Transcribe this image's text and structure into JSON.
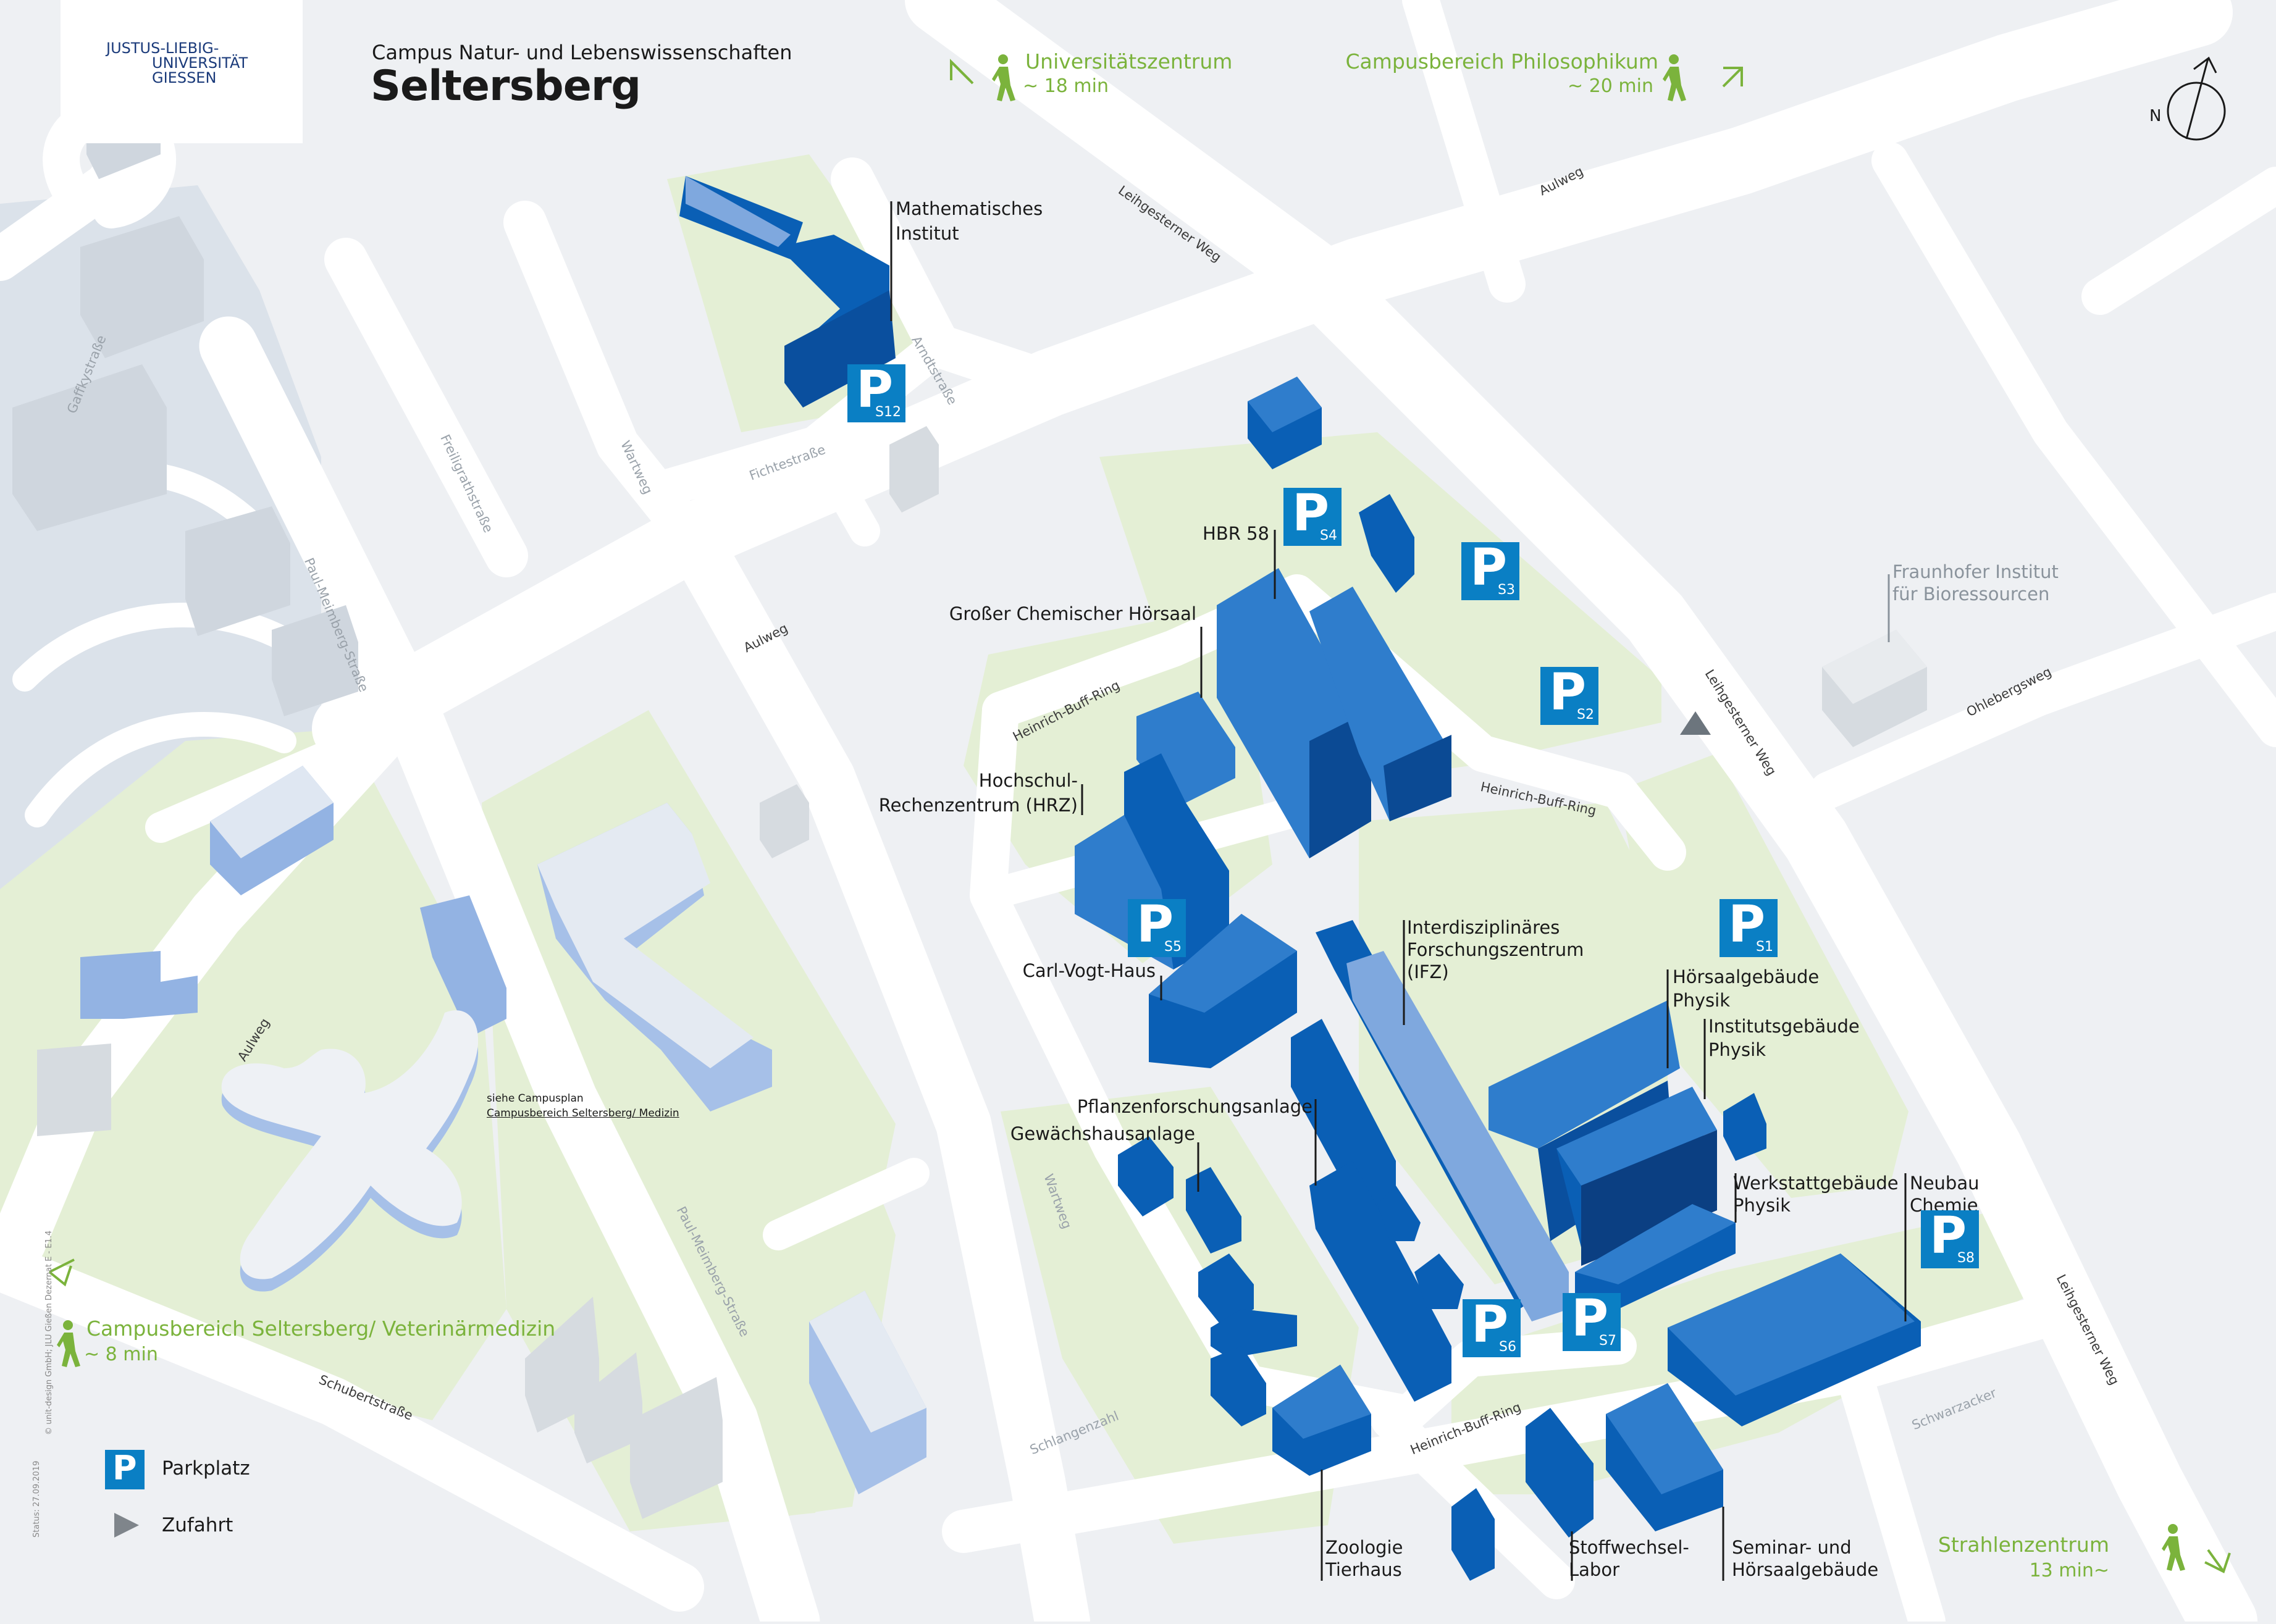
{
  "header": {
    "university": [
      "JUSTUS-LIEBIG-",
      "UNIVERSITÄT",
      "GIESSEN"
    ],
    "subtitle": "Campus Natur- und Lebenswissenschaften",
    "title": "Seltersberg"
  },
  "compass": {
    "label": "N"
  },
  "directions": {
    "univ_name": "Universitätszentrum",
    "univ_time": "~ 18 min",
    "philo_name": "Campusbereich Philosophikum",
    "philo_time": "~ 20 min",
    "vet_name": "Campusbereich Seltersberg/ Veterinärmedizin",
    "vet_time": "~ 8 min",
    "strahl_name": "Strahlenzentrum",
    "strahl_time": "13 min~"
  },
  "buildings": {
    "math": [
      "Mathematisches",
      "Institut"
    ],
    "hbr": "HBR 58",
    "hoersaal_chem": "Großer Chemischer Hörsaal",
    "hrz": [
      "Hochschul-",
      "Rechenzentrum (HRZ)"
    ],
    "vogt": "Carl-Vogt-Haus",
    "ifz": [
      "Interdisziplinäres",
      "Forschungszentrum",
      "(IFZ)"
    ],
    "hoer_phys": [
      "Hörsaalgebäude",
      "Physik"
    ],
    "inst_phys": [
      "Institutsgebäude",
      "Physik"
    ],
    "pflanzen": "Pflanzenforschungsanlage",
    "gewaechs": "Gewächshausanlage",
    "werkstatt": [
      "Werkstattgebäude",
      "Physik"
    ],
    "neubau": [
      "Neubau",
      "Chemie"
    ],
    "zoologie": [
      "Zoologie",
      "Tierhaus"
    ],
    "stoffwechsel": [
      "Stoffwechsel-",
      "Labor"
    ],
    "seminar": [
      "Seminar- und",
      "Hörsaalgebäude"
    ],
    "fraunhofer": [
      "Fraunhofer Institut",
      "für Bioressourcen"
    ],
    "siehe": [
      "siehe Campusplan",
      "Campusbereich Seltersberg/ Medizin"
    ]
  },
  "parking": {
    "letter": "P",
    "codes": {
      "s1": "S1",
      "s2": "S2",
      "s3": "S3",
      "s4": "S4",
      "s5": "S5",
      "s6": "S6",
      "s7": "S7",
      "s8": "S8",
      "s12": "S12"
    }
  },
  "streets": {
    "leih1": "Leihgesterner Weg",
    "leih2": "Leihgesterner Weg",
    "leih3": "Leihgesterner Weg",
    "aulweg1": "Aulweg",
    "aulweg2": "Aulweg",
    "aulweg3": "Aulweg",
    "gaffky": "Gaffkystraße",
    "freili": "Freiligrathstraße",
    "wartweg1": "Wartweg",
    "wartweg2": "Wartweg",
    "fichte": "Fichtestraße",
    "arndt": "Arndtstraße",
    "pmeimberg1": "Paul-Meimberg-Straße",
    "pmeimberg2": "Paul-Meimberg-Straße",
    "hbr1": "Heinrich-Buff-Ring",
    "hbr2": "Heinrich-Buff-Ring",
    "hbr3": "Heinrich-Buff-Ring",
    "ohleberg": "Ohlebergsweg",
    "schubert": "Schubertstraße",
    "schlangen": "Schlangenzahl",
    "schwarz": "Schwarzacker"
  },
  "legend": {
    "parking": "Parkplatz",
    "access": "Zufahrt"
  },
  "footer": {
    "copyright": "© unit-design GmbH; JLU Gießen Dezernat E - E1.4",
    "status": "Status: 27.09.2019"
  },
  "colors": {
    "blue": "#0a5fb5",
    "blue_light": "#2f7dcc",
    "blue_dark": "#0b3f82",
    "green": "#7bb33c",
    "parking": "#0a7fc4",
    "lawn": "#e4efd5",
    "road": "#ffffff",
    "block": "#dfe3e8"
  }
}
